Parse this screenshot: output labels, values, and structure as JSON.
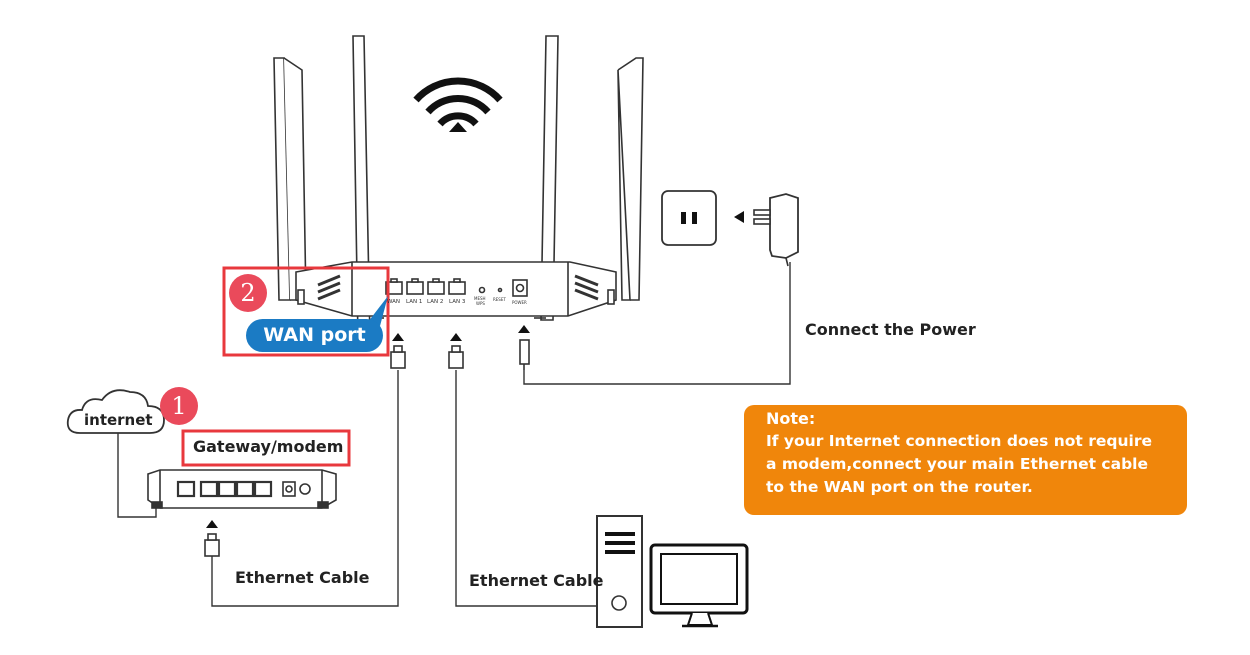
{
  "labels": {
    "internet": "internet",
    "gateway_modem": "Gateway/modem",
    "wan_port": "WAN port",
    "connect_power": "Connect the Power",
    "ethernet_cable_left": "Ethernet Cable",
    "ethernet_cable_right": "Ethernet Cable"
  },
  "badges": {
    "step1": "1",
    "step2": "2"
  },
  "note": {
    "title": "Note:",
    "lines": [
      "If your Internet connection does not require",
      "a modem,connect your main Ethernet cable",
      "to the WAN port on the router."
    ]
  },
  "router_ports": [
    "WAN",
    "LAN 1",
    "LAN 2",
    "LAN 3",
    "MESH WPS",
    "RESET",
    "POWER"
  ],
  "colors": {
    "note_bg": "#f0860b",
    "badge_bg": "#ea4a5b",
    "highlight_border": "#e8383d",
    "wan_pill_bg": "#1b7bc4"
  },
  "icons": [
    "wifi-icon",
    "cloud-icon",
    "power-outlet-icon",
    "power-adapter-icon",
    "desktop-tower-icon",
    "monitor-icon",
    "ethernet-plug-icon"
  ]
}
